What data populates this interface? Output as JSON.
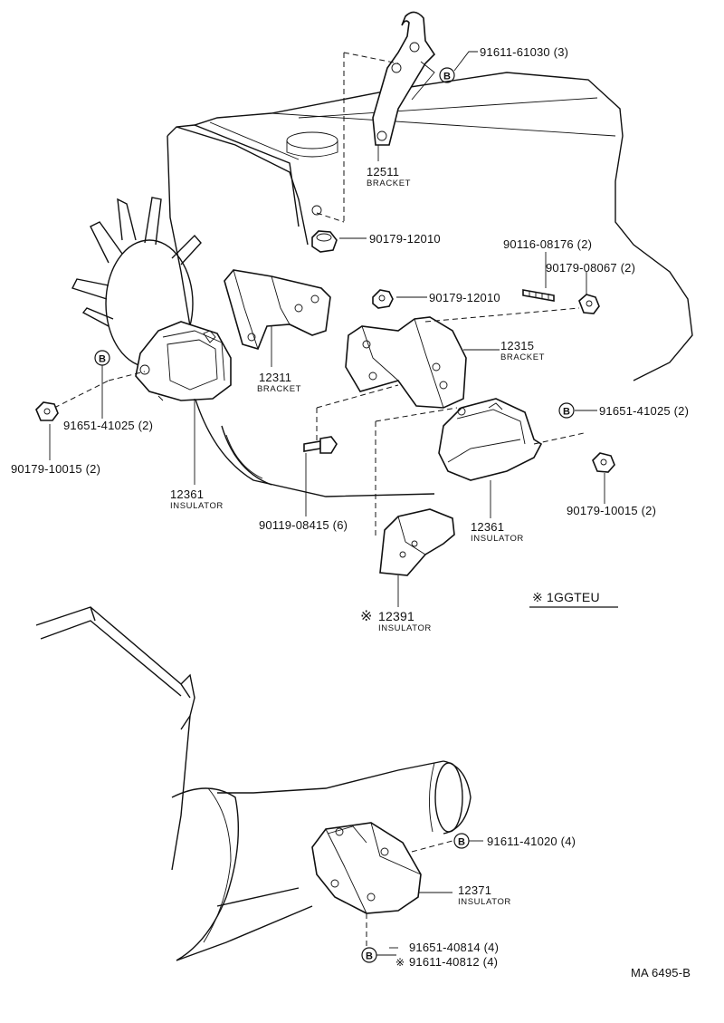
{
  "callouts": {
    "bracket_top": {
      "number": "12511",
      "name": "BRACKET"
    },
    "bracket_left": {
      "number": "12311",
      "name": "BRACKET"
    },
    "bracket_right": {
      "number": "12315",
      "name": "BRACKET"
    },
    "insulator_left": {
      "number": "12361",
      "name": "INSULATOR"
    },
    "insulator_right": {
      "number": "12361",
      "name": "INSULATOR"
    },
    "insulator_lower": {
      "number": "12391",
      "name": "INSULATOR",
      "mark": "※"
    },
    "insulator_rear": {
      "number": "12371",
      "name": "INSULATOR"
    },
    "bolt_top": "91611-61030 (3)",
    "nut_top": "90179-12010",
    "nut_mid": "90179-12010",
    "stud": "90116-08176 (2)",
    "nut_stud": "90179-08067 (2)",
    "bolt_left": "91651-41025 (2)",
    "nut_left": "90179-10015 (2)",
    "bolt_right": "91651-41025 (2)",
    "nut_right": "90179-10015 (2)",
    "bolt_center": "90119-08415 (6)",
    "bolt_rear": "91611-41020 (4)",
    "bolt_bottom_1": "91651-40814 (4)",
    "bolt_bottom_2": "91611-40812 (4)",
    "bolt_bottom_2_mark": "※"
  },
  "symbol_b": "B",
  "engine_note": "※ 1GGTEU",
  "diagram_code": "MA 6495-B"
}
